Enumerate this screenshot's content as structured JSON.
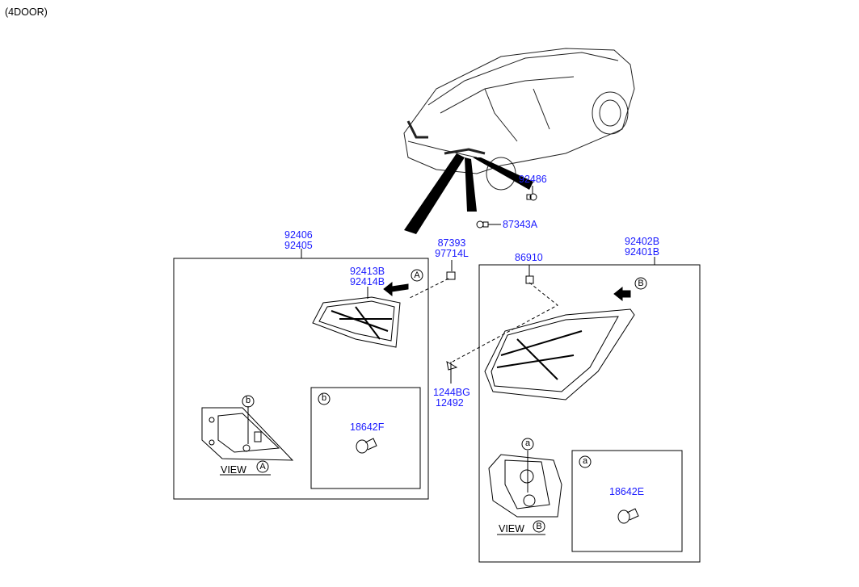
{
  "variant": "(4DOOR)",
  "parts": {
    "p92486": "92486",
    "p87343A": "87343A",
    "p87393": "87393",
    "p97714L": "97714L",
    "p86910": "86910",
    "p92406": "92406",
    "p92405": "92405",
    "p92413B": "92413B",
    "p92414B": "92414B",
    "p92402B": "92402B",
    "p92401B": "92401B",
    "p1244BG": "1244BG",
    "p12492": "12492",
    "p18642F": "18642F",
    "p18642E": "18642E"
  },
  "callouts": {
    "A": "A",
    "B": "B",
    "a": "a",
    "b": "b"
  },
  "view_label": "VIEW",
  "colors": {
    "part_link": "#1a1aff",
    "line": "#000000"
  }
}
